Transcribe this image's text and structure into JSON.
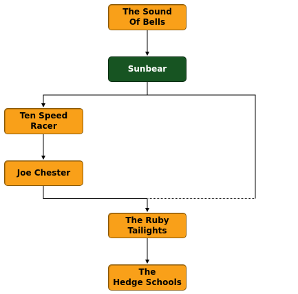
{
  "colors": {
    "node_orange": "#f9a019",
    "node_green": "#175422",
    "edge": "#000000"
  },
  "nodes": {
    "bells": {
      "label": "The Sound\nOf Bells",
      "color": "orange"
    },
    "sunbear": {
      "label": "Sunbear",
      "color": "green"
    },
    "tenspeed": {
      "label": "Ten Speed\nRacer",
      "color": "orange"
    },
    "joe": {
      "label": "Joe Chester",
      "color": "orange"
    },
    "ruby": {
      "label": "The Ruby\nTailights",
      "color": "orange"
    },
    "hedge": {
      "label": "The\nHedge Schools",
      "color": "orange"
    }
  },
  "edges": [
    {
      "from": "bells",
      "to": "sunbear"
    },
    {
      "from": "sunbear",
      "to": "tenspeed"
    },
    {
      "from": "tenspeed",
      "to": "joe"
    },
    {
      "from": "joe",
      "to": "ruby"
    },
    {
      "from": "sunbear",
      "to": "ruby"
    },
    {
      "from": "ruby",
      "to": "hedge"
    }
  ]
}
